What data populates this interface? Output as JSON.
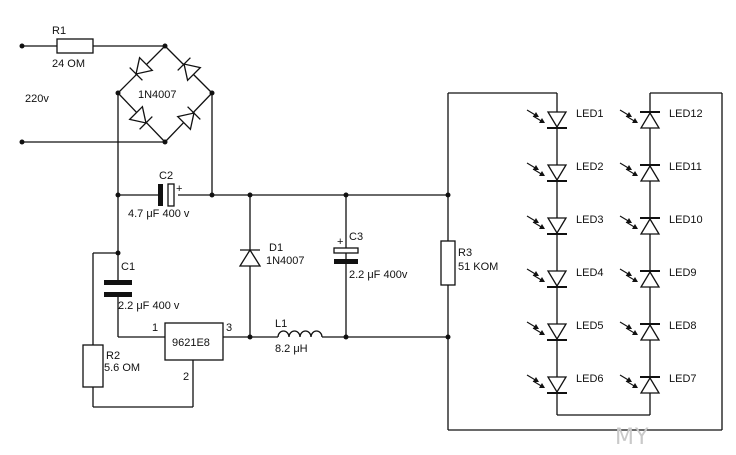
{
  "source": {
    "voltage": "220v"
  },
  "components": {
    "r1": {
      "ref": "R1",
      "value": "24 OM"
    },
    "bridge": {
      "value": "1N4007"
    },
    "c2": {
      "ref": "C2",
      "value": "4.7 μF 400 v",
      "polarity": "+"
    },
    "c1": {
      "ref": "C1",
      "value": "2.2 μF 400 v"
    },
    "r2": {
      "ref": "R2",
      "value": "5.6 OM"
    },
    "ic": {
      "name": "9621E8",
      "pin1": "1",
      "pin2": "2",
      "pin3": "3"
    },
    "d1": {
      "ref": "D1",
      "value": "1N4007"
    },
    "l1": {
      "ref": "L1",
      "value": "8.2 μH"
    },
    "c3": {
      "ref": "C3",
      "value": "2.2 μF 400v",
      "polarity": "+"
    },
    "r3": {
      "ref": "R3",
      "value": "51 KOM"
    }
  },
  "leds_left": [
    "LED1",
    "LED2",
    "LED3",
    "LED4",
    "LED5",
    "LED6"
  ],
  "leds_right": [
    "LED12",
    "LED11",
    "LED10",
    "LED9",
    "LED8",
    "LED7"
  ],
  "watermark": "MY"
}
